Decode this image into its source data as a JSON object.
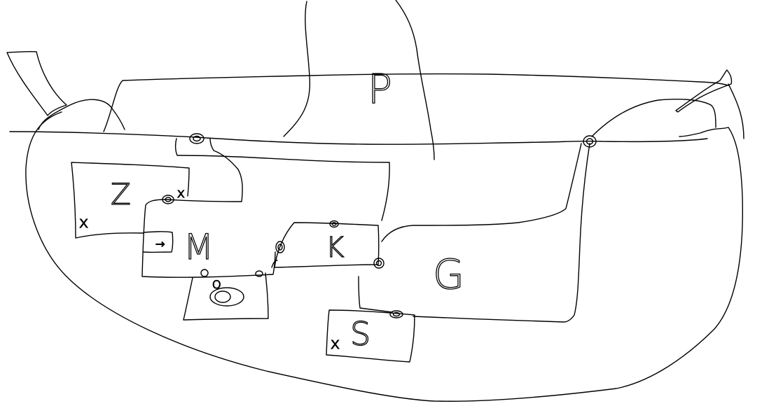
{
  "diagram": {
    "regions": [
      {
        "id": "P",
        "label": "P"
      },
      {
        "id": "Z",
        "label": "Z"
      },
      {
        "id": "M",
        "label": "M"
      },
      {
        "id": "O",
        "label": "O"
      },
      {
        "id": "K",
        "label": "K"
      },
      {
        "id": "G",
        "label": "G"
      },
      {
        "id": "S",
        "label": "S"
      }
    ],
    "marks": {
      "cross": "x",
      "arrow": "→"
    },
    "stroke_color": "#000000",
    "background": "#ffffff"
  }
}
